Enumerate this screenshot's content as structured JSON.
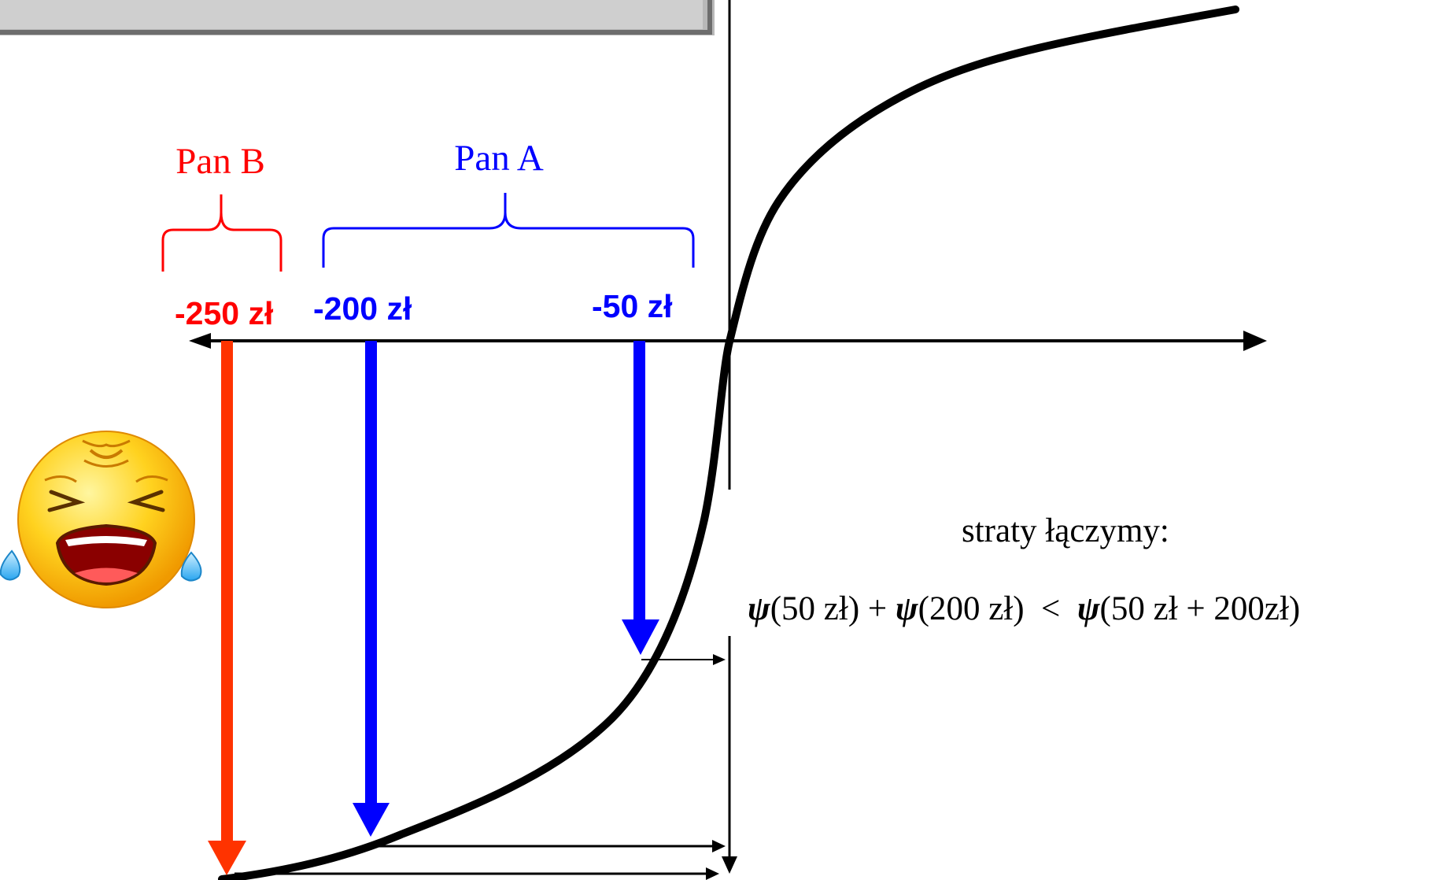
{
  "labels": {
    "pan_b": "Pan B",
    "pan_a": "Pan A",
    "loss_250": "-250 zł",
    "loss_200": "-200 zł",
    "loss_50": "-50 zł",
    "note": "straty łączymy:",
    "formula": {
      "psi": "ψ",
      "part1": "(50 zł) + ",
      "part2": "(200 zł)  <  ",
      "part3": "(50 zł + 200zł)"
    }
  },
  "colors": {
    "red": "#ff3300",
    "brace_red": "#ff0000",
    "blue": "#0000ff",
    "curve": "#000000",
    "panel_gray": "#c0c0c0"
  },
  "icons": {
    "crying_face": "crying-face-icon"
  }
}
